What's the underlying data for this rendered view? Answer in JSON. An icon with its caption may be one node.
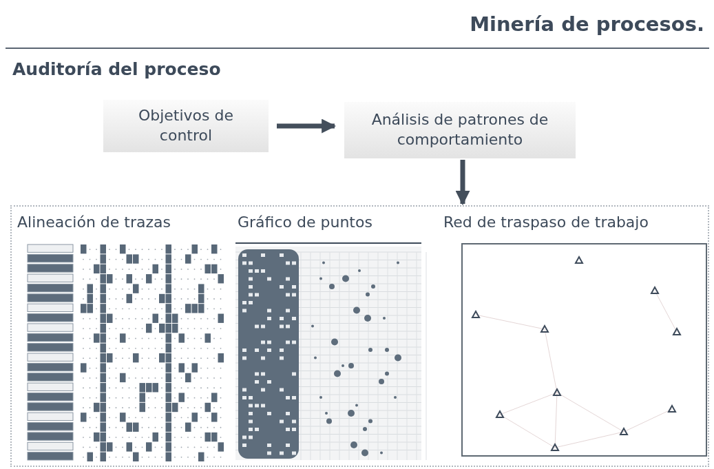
{
  "diagram": {
    "title": "Minería de procesos.",
    "nodes": [
      {
        "text": [
          "Objetivos de control"
        ]
      },
      {
        "text": [
          "Análisis de patrones de comportamiento"
        ]
      },
      {
        "text": [],
        "shape": "box"
      },
      {
        "text": [
          "Alineación de trazas"
        ],
        "in": 2
      },
      {
        "text": [
          "Gráfico de puntos"
        ],
        "in": 2
      },
      {
        "text": [
          "Red de traspaso de trabajo"
        ],
        "in": 2
      }
    ],
    "edges": [
      {
        "from": 0,
        "to": 1,
        "arrow": "to"
      },
      {
        "from": 1,
        "to": 2,
        "arrow": "to"
      }
    ],
    "labels": [
      "Auditoría del proceso"
    ]
  }
}
